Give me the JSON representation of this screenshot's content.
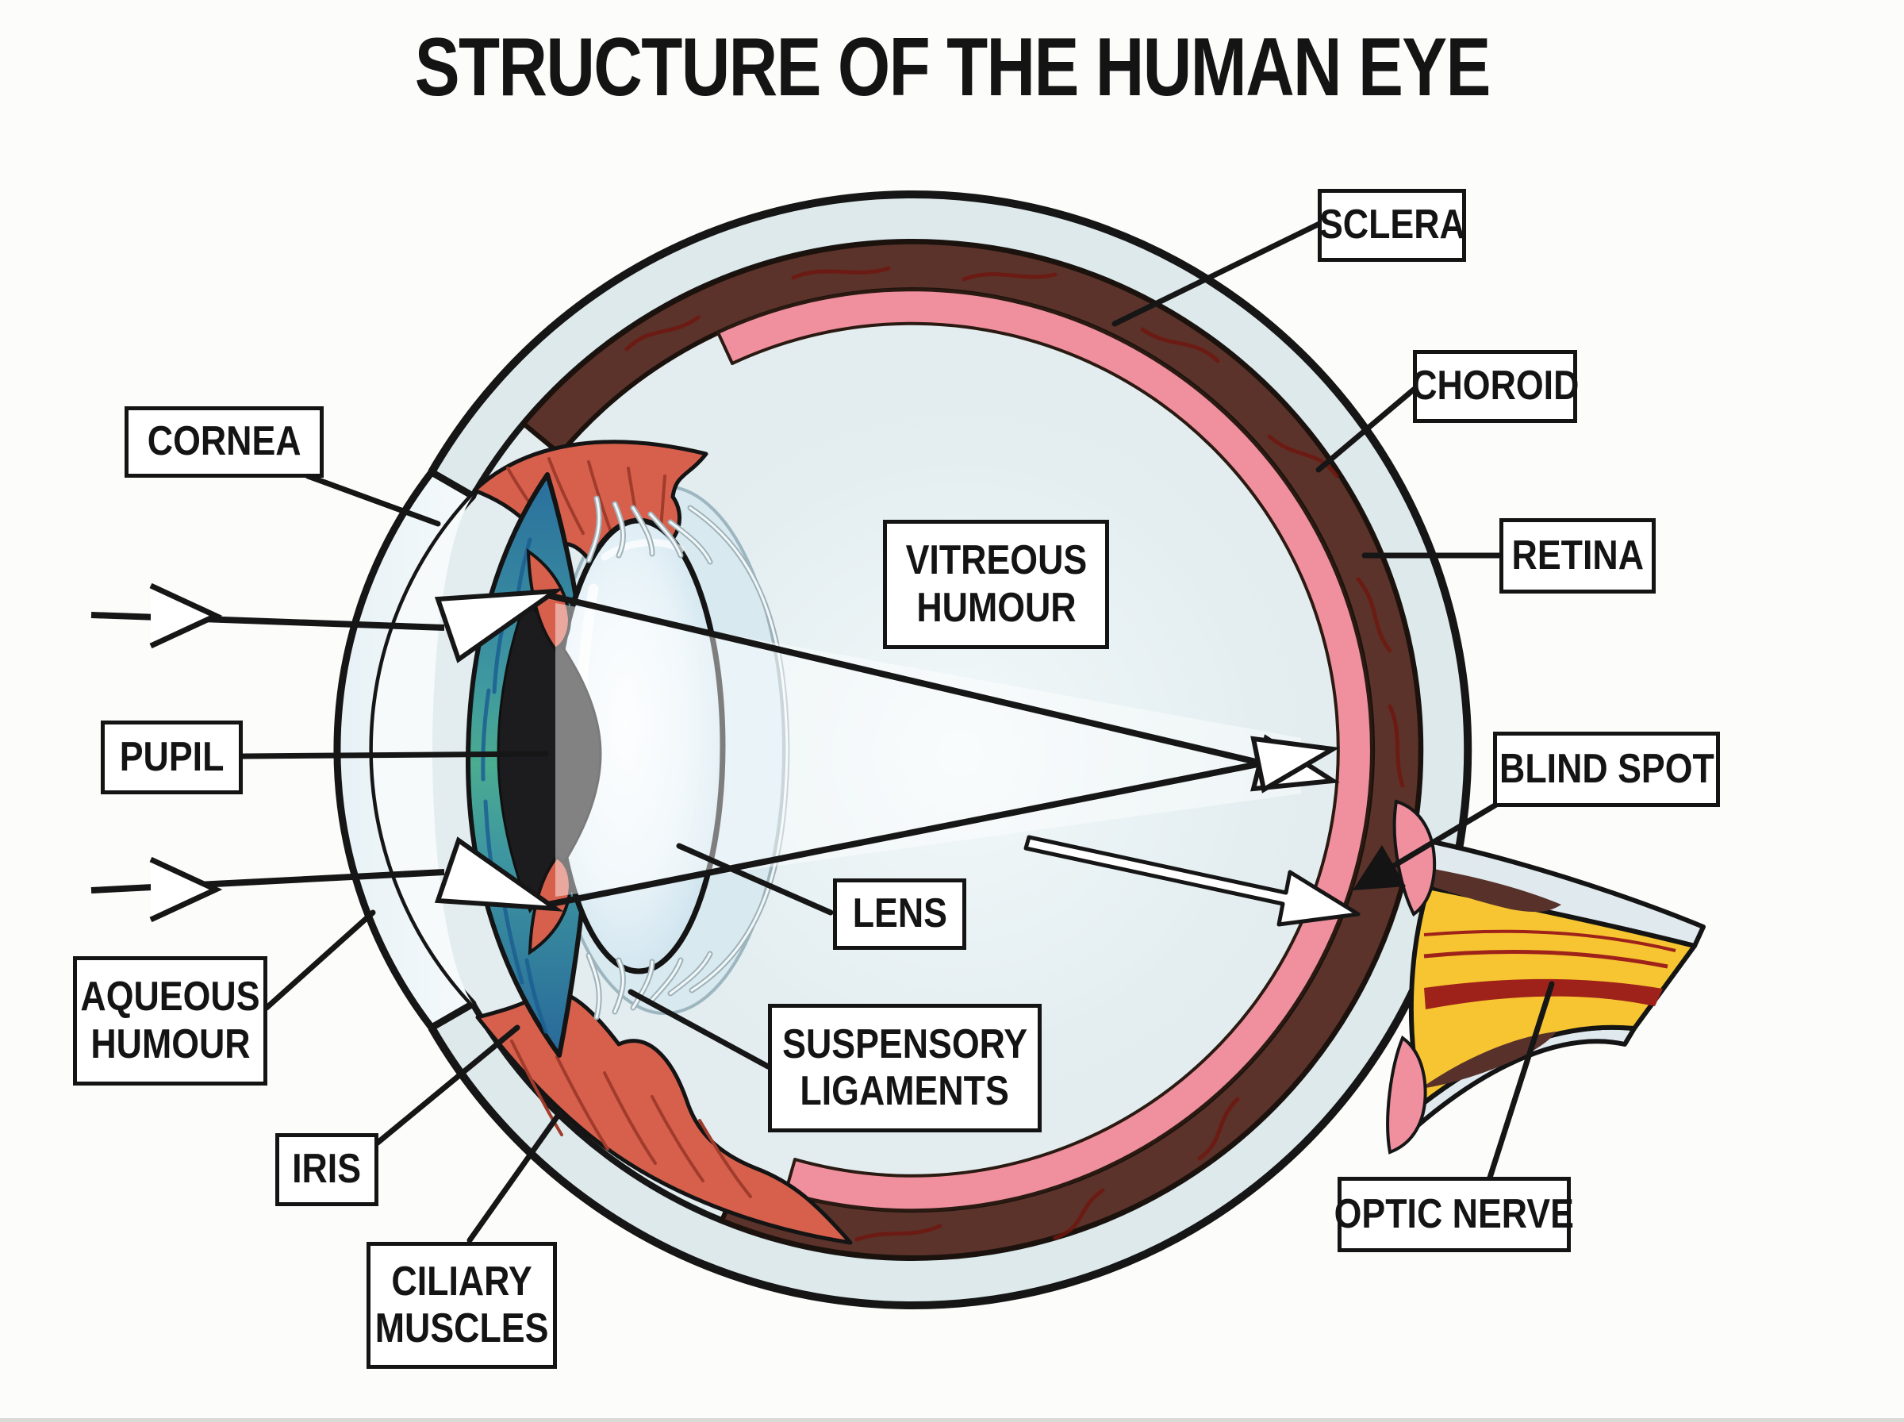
{
  "title": "STRUCTURE OF THE HUMAN EYE",
  "labels": {
    "cornea": "CORNEA",
    "pupil": "PUPIL",
    "aqueous_humour": [
      "AQUEOUS",
      "HUMOUR"
    ],
    "iris": "IRIS",
    "ciliary_muscles": [
      "CILIARY",
      "MUSCLES"
    ],
    "vitreous_humour": [
      "VITREOUS",
      "HUMOUR"
    ],
    "lens": "LENS",
    "suspensory_ligaments": [
      "SUSPENSORY",
      "LIGAMENTS"
    ],
    "sclera": "SCLERA",
    "choroid": "CHOROID",
    "retina": "RETINA",
    "blind_spot": "BLIND SPOT",
    "optic_nerve": "OPTIC NERVE"
  },
  "colors": {
    "background": "#fcfcfa",
    "outline": "#161616",
    "sclera": "#dee9ec",
    "choroid_brown": "#5b332a",
    "choroid_vein": "#6e180f",
    "retina_pink": "#f0909e",
    "vitreous": "#e3edf0",
    "iris_teal": "#4aac90",
    "iris_blue": "#2a6f9e",
    "ciliary_red": "#d7604d",
    "lens_blue": "#cfe3ee",
    "optic_nerve_yellow": "#f6c531",
    "nerve_stripe_red": "#9e221a",
    "label_bg": "#ffffff",
    "label_border": "#141414"
  }
}
